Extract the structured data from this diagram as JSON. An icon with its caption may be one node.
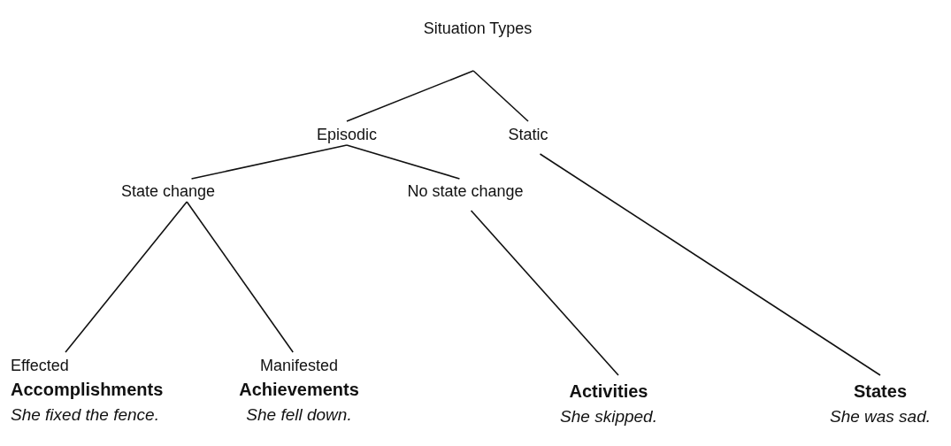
{
  "diagram": {
    "nodes": [
      {
        "text": [
          "Situation Types"
        ]
      },
      {
        "text": [
          "Episodic"
        ]
      },
      {
        "text": [
          "Static"
        ]
      },
      {
        "text": [
          "State change"
        ]
      },
      {
        "text": [
          "No state change"
        ]
      },
      {
        "text": [
          "Effected",
          "Accomplishments",
          "She fixed the fence."
        ]
      },
      {
        "text": [
          "Manifested",
          "Achievements",
          "She fell down."
        ]
      },
      {
        "text": [
          "Activities",
          "She skipped."
        ]
      },
      {
        "text": [
          "States",
          "She was sad."
        ]
      }
    ],
    "edges": [
      {
        "from": 0,
        "to": 1,
        "arrow": "none"
      },
      {
        "from": 0,
        "to": 2,
        "arrow": "none"
      },
      {
        "from": 1,
        "to": 3,
        "arrow": "none"
      },
      {
        "from": 1,
        "to": 4,
        "arrow": "none"
      },
      {
        "from": 3,
        "to": 5,
        "arrow": "none"
      },
      {
        "from": 3,
        "to": 6,
        "arrow": "none"
      },
      {
        "from": 4,
        "to": 7,
        "arrow": "none"
      },
      {
        "from": 2,
        "to": 8,
        "arrow": "none"
      }
    ]
  }
}
